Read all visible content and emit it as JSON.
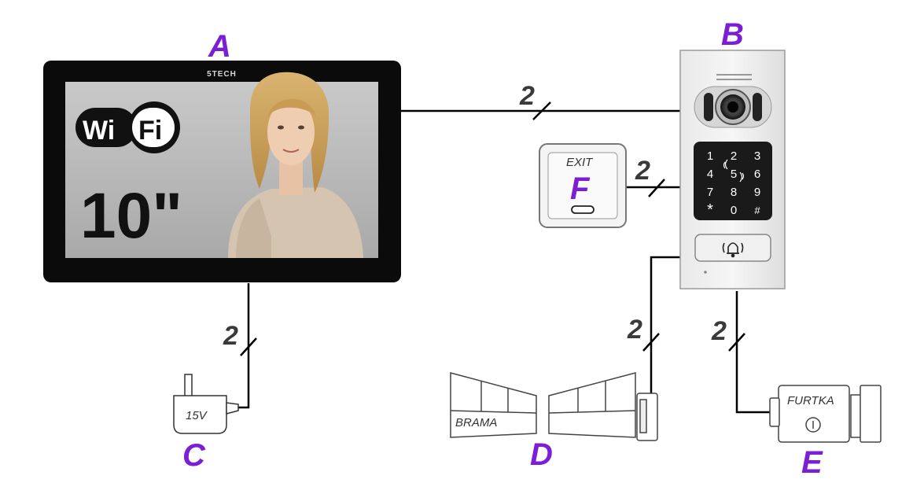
{
  "labels": {
    "monitor": "A",
    "panel": "B",
    "power": "C",
    "gate": "D",
    "wicket": "E",
    "exit_button": "F"
  },
  "monitor": {
    "brand": "5TECH",
    "wifi_left": "Wi",
    "wifi_right": "Fi",
    "size": "10\""
  },
  "panel": {
    "keys": [
      [
        "1",
        "2",
        "3"
      ],
      [
        "4",
        "5",
        "6"
      ],
      [
        "7",
        "8",
        "9"
      ],
      [
        "*",
        "0",
        "#"
      ]
    ]
  },
  "exit_button": {
    "text": "EXIT"
  },
  "power": {
    "voltage": "15V"
  },
  "gate": {
    "text": "BRAMA"
  },
  "wicket": {
    "text": "FURTKA"
  },
  "wires": {
    "monitor_panel": "2",
    "exit_panel": "2",
    "monitor_power": "2",
    "panel_gate": "2",
    "panel_wicket": "2"
  },
  "colors": {
    "label_purple": "#7a1fd6",
    "wire": "#000000",
    "wire_count": "#3a3a3a"
  },
  "icons": [
    "wifi-logo",
    "camera-lens-icon",
    "bell-icon",
    "nfc-icon"
  ]
}
